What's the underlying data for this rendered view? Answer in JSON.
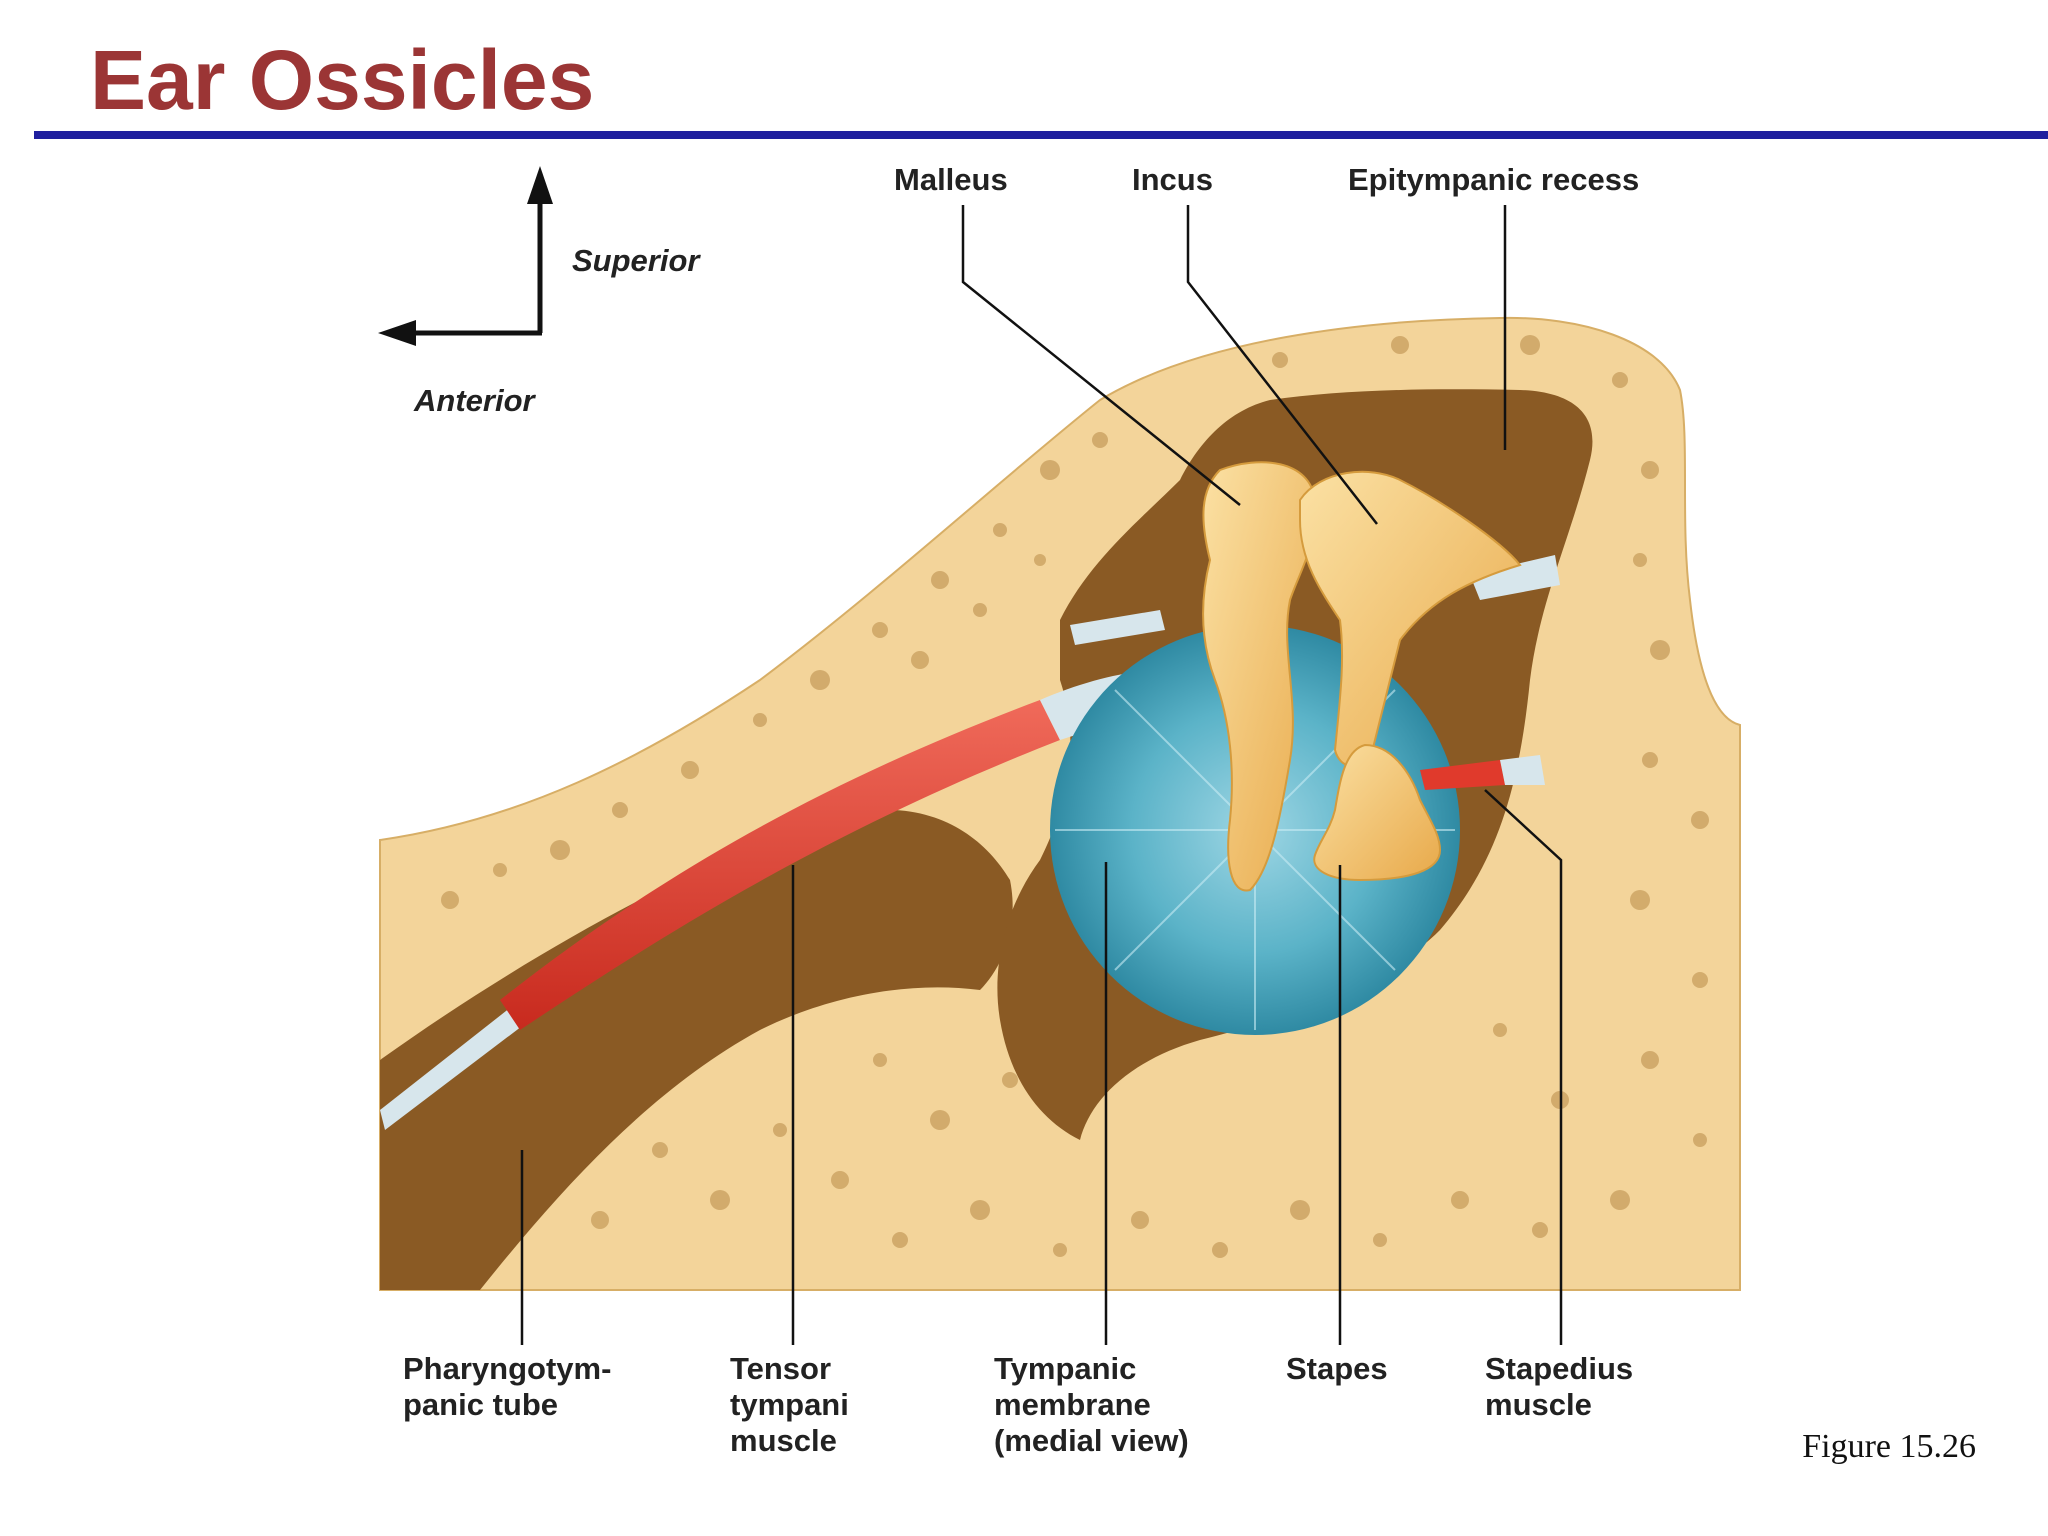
{
  "title": "Ear Ossicles",
  "figure_caption": "Figure 15.26",
  "orientation": {
    "superior": "Superior",
    "anterior": "Anterior"
  },
  "labels": {
    "malleus": "Malleus",
    "incus": "Incus",
    "epitympanic_recess": "Epitympanic recess",
    "pharyngotympanic_tube": [
      "Pharyngotym-",
      "panic tube"
    ],
    "tensor_tympani": [
      "Tensor",
      "tympani",
      "muscle"
    ],
    "tympanic_membrane": [
      "Tympanic",
      "membrane",
      "(medial view)"
    ],
    "stapes": "Stapes",
    "stapedius": [
      "Stapedius",
      "muscle"
    ]
  },
  "colors": {
    "title": "#9b3535",
    "rule": "#1f1f9e",
    "bone": "#f3d49a",
    "cavity": "#8a5a24",
    "membrane": "#5bb3c8",
    "muscle": "#e03a2c",
    "ossicle": "#f2c46a"
  }
}
